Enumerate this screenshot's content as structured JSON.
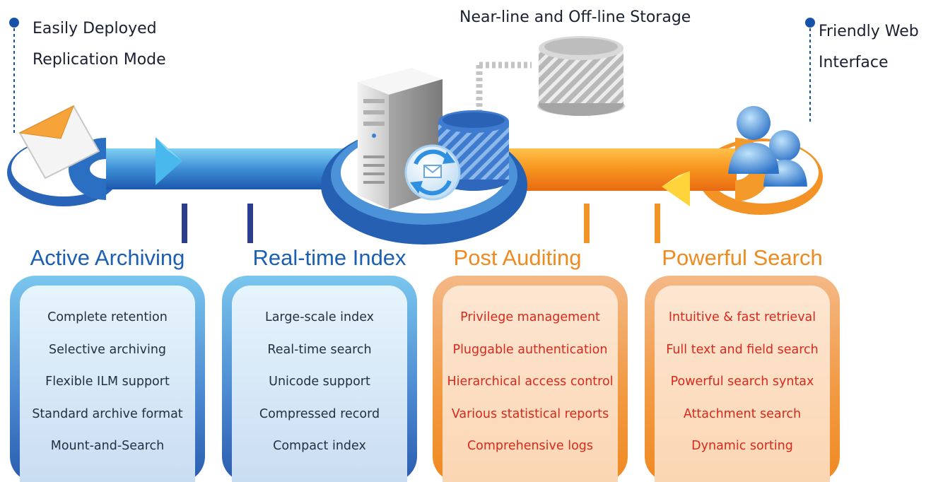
{
  "callouts": {
    "replication": [
      "Easily Deployed",
      "Replication Mode"
    ],
    "storage": "Near-line and Off-line Storage",
    "web": [
      "Friendly Web",
      "Interface"
    ]
  },
  "sections": [
    {
      "title": "Active Archiving",
      "items": [
        "Complete retention",
        "Selective archiving",
        "Flexible ILM support",
        "Standard archive format",
        "Mount-and-Search"
      ]
    },
    {
      "title": "Real-time Index",
      "items": [
        "Large-scale index",
        "Real-time search",
        "Unicode support",
        "Compressed record",
        "Compact index"
      ]
    },
    {
      "title": "Post Auditing",
      "items": [
        "Privilege management",
        "Pluggable authentication",
        "Hierarchical access control",
        "Various statistical reports",
        "Comprehensive logs"
      ]
    },
    {
      "title": "Powerful Search",
      "items": [
        "Intuitive & fast retrieval",
        "Full text and field search",
        "Powerful search syntax",
        "Attachment search",
        "Dynamic sorting"
      ]
    }
  ],
  "colors": {
    "blue": "#1b5fb4",
    "orange": "#ef8a1e",
    "audit_text": "#d8291d",
    "pin": "#1652a8"
  },
  "icons": [
    "envelope-icon",
    "server-icon",
    "database-icon",
    "storage-cylinder-icon",
    "sync-mail-icon",
    "users-icon",
    "location-pin-icon"
  ]
}
